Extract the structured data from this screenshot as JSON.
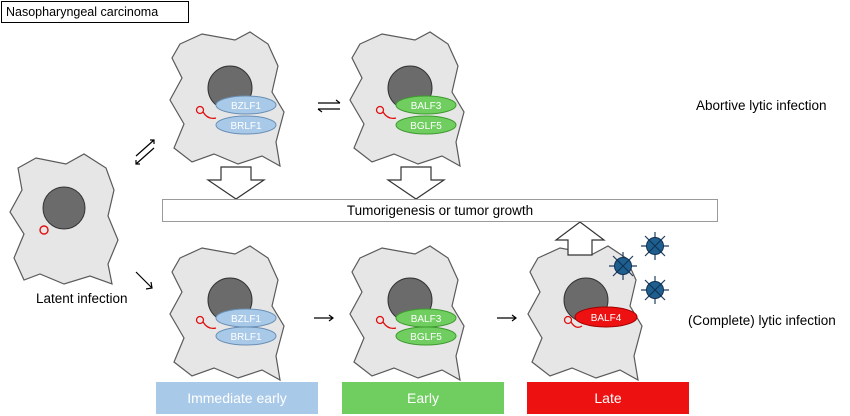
{
  "title": "Nasopharyngeal carcinoma",
  "labels": {
    "abortive": "Abortive lytic infection",
    "complete": "(Complete) lytic infection",
    "latent": "Latent infection",
    "tumor": "Tumorigenesis or  tumor growth"
  },
  "proteins": {
    "bzlf1": "BZLF1",
    "brlf1": "BRLF1",
    "balf3": "BALF3",
    "bglf5": "BGLF5",
    "balf4": "BALF4"
  },
  "stages": {
    "immediate_early": "Immediate early",
    "early": "Early",
    "late": "Late"
  },
  "colors": {
    "cell_fill": "#e6e6e6",
    "nucleus": "#6b6b6b",
    "immediate_early": "#a9c9e8",
    "early": "#6fce5f",
    "late": "#ee1111",
    "virion": "#1f5f8f"
  }
}
